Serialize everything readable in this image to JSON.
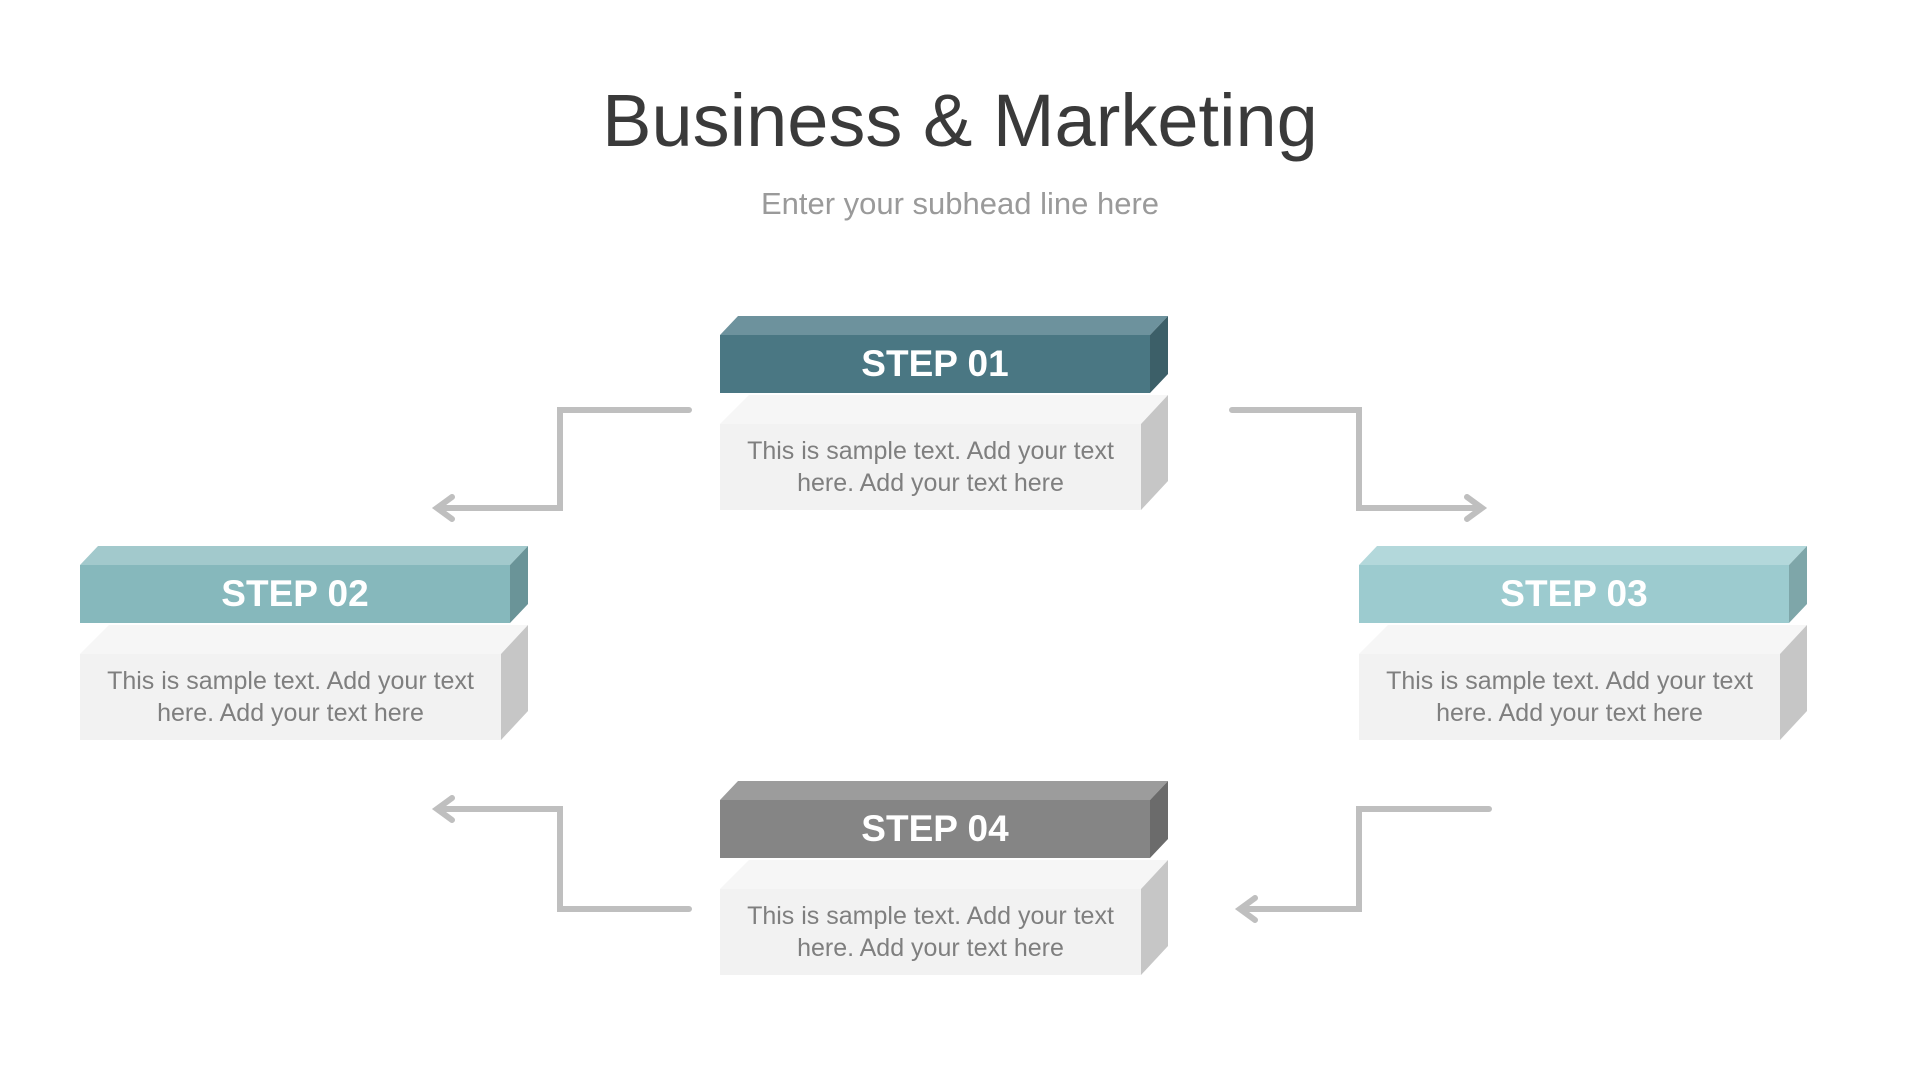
{
  "title": "Business & Marketing",
  "subhead": "Enter your subhead line here",
  "steps": [
    {
      "label": "STEP 01",
      "text": "This is sample text. Add your text here. Add your text here",
      "color": "#4a7783",
      "top_color": "#6d929d",
      "side_color": "#3c5f68"
    },
    {
      "label": "STEP 02",
      "text": "This is sample text. Add your text here. Add your text here",
      "color": "#86b8bc",
      "top_color": "#a2c9cc",
      "side_color": "#6a9498"
    },
    {
      "label": "STEP 03",
      "text": "This is sample text. Add your text here. Add your text here",
      "color": "#9ccbcf",
      "top_color": "#b3d8db",
      "side_color": "#7ea6a9"
    },
    {
      "label": "STEP 04",
      "text": "This is sample text. Add your text here. Add your text here",
      "color": "#858585",
      "top_color": "#9c9c9c",
      "side_color": "#6b6b6b"
    }
  ],
  "arrow_color": "#bfbfbf"
}
